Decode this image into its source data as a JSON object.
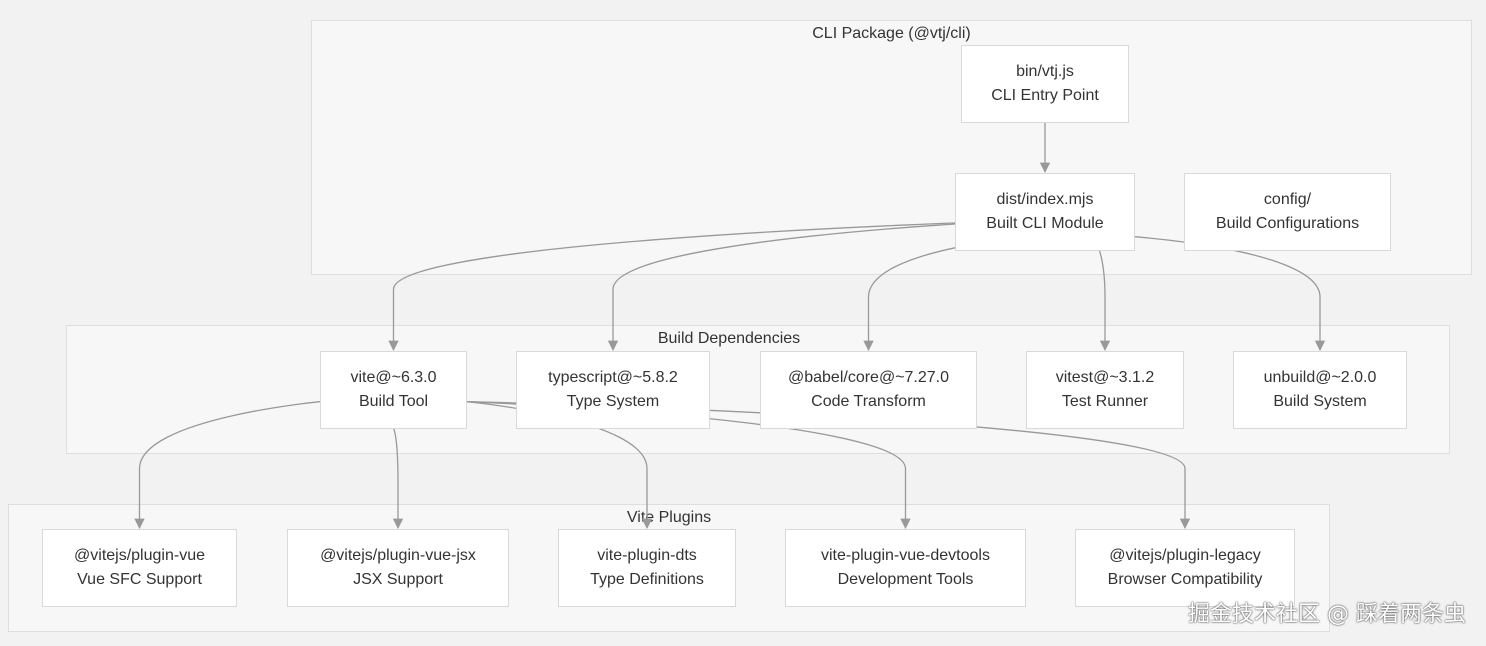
{
  "groups": {
    "cli": {
      "title": "CLI Package (@vtj/cli)"
    },
    "build": {
      "title": "Build Dependencies"
    },
    "plugins": {
      "title": "Vite Plugins"
    }
  },
  "nodes": {
    "bin": {
      "line1": "bin/vtj.js",
      "line2": "CLI Entry Point"
    },
    "dist": {
      "line1": "dist/index.mjs",
      "line2": "Built CLI Module"
    },
    "config": {
      "line1": "config/",
      "line2": "Build Configurations"
    },
    "vite": {
      "line1": "vite@~6.3.0",
      "line2": "Build Tool"
    },
    "typescript": {
      "line1": "typescript@~5.8.2",
      "line2": "Type System"
    },
    "babel": {
      "line1": "@babel/core@~7.27.0",
      "line2": "Code Transform"
    },
    "vitest": {
      "line1": "vitest@~3.1.2",
      "line2": "Test Runner"
    },
    "unbuild": {
      "line1": "unbuild@~2.0.0",
      "line2": "Build System"
    },
    "plugin_vue": {
      "line1": "@vitejs/plugin-vue",
      "line2": "Vue SFC Support"
    },
    "plugin_vue_jsx": {
      "line1": "@vitejs/plugin-vue-jsx",
      "line2": "JSX Support"
    },
    "plugin_dts": {
      "line1": "vite-plugin-dts",
      "line2": "Type Definitions"
    },
    "plugin_devtools": {
      "line1": "vite-plugin-vue-devtools",
      "line2": "Development Tools"
    },
    "plugin_legacy": {
      "line1": "@vitejs/plugin-legacy",
      "line2": "Browser Compatibility"
    }
  },
  "edges": [
    [
      "bin",
      "dist"
    ],
    [
      "dist",
      "vite"
    ],
    [
      "dist",
      "typescript"
    ],
    [
      "dist",
      "babel"
    ],
    [
      "dist",
      "vitest"
    ],
    [
      "dist",
      "unbuild"
    ],
    [
      "vite",
      "plugin_vue"
    ],
    [
      "vite",
      "plugin_vue_jsx"
    ],
    [
      "vite",
      "plugin_dts"
    ],
    [
      "vite",
      "plugin_devtools"
    ],
    [
      "vite",
      "plugin_legacy"
    ]
  ],
  "watermark": "掘金技术社区 @ 踩着两条虫",
  "colors": {
    "edge": "#999999",
    "node_border": "#d9d9d9",
    "group_bg": "#f7f7f7"
  }
}
